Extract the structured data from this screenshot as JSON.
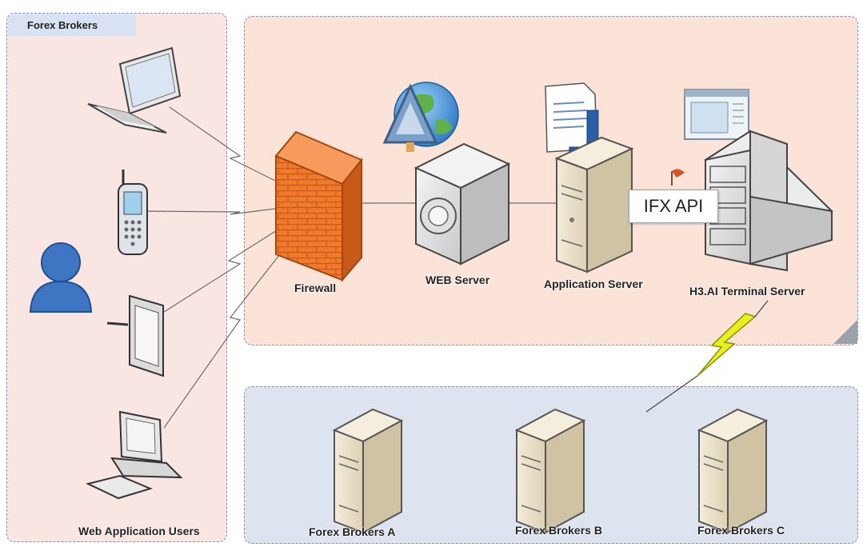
{
  "zones": {
    "left_tab": "Forex Brokers",
    "left_caption": "Web Application Users"
  },
  "nodes": {
    "firewall": "Firewall",
    "web_server": "WEB Server",
    "application_server": "Application Server",
    "terminal_server": "H3.AI  Terminal Server",
    "broker_a": "Forex Brokers A",
    "broker_b": "Forex Brokers B",
    "broker_c": "Forex Brokers C"
  },
  "api_label": "IFX API",
  "icons": [
    "laptop-icon",
    "mobile-phone-icon",
    "user-icon",
    "tablet-icon",
    "desktop-computer-icon",
    "firewall-icon",
    "globe-icon",
    "web-server-icon",
    "java-document-icon",
    "application-server-icon",
    "window-icon",
    "terminal-server-icon",
    "lightning-icon",
    "broker-server-icon"
  ],
  "colors": {
    "left_zone": "#f9e6e3",
    "top_zone": "#fbe4d7",
    "bottom_zone": "#dde3ef",
    "firewall": "#f07a2b",
    "lightning": "#e8ef1a",
    "user": "#3f76c4"
  }
}
